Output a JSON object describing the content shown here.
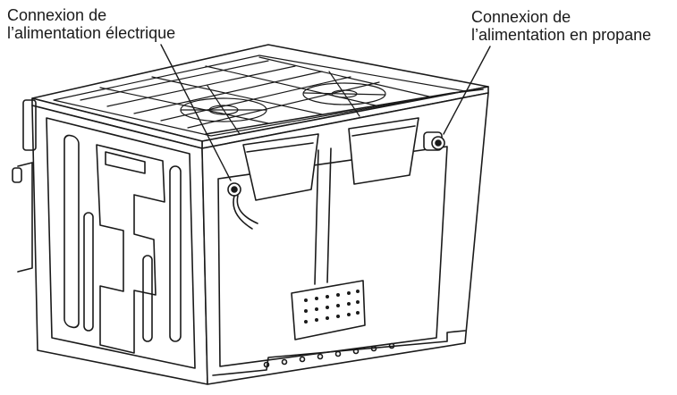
{
  "callouts": {
    "electric": {
      "line1": "Connexion de",
      "line2": "l’alimentation électrique"
    },
    "propane": {
      "line1": "Connexion de",
      "line2": "l’alimentation en propane"
    }
  },
  "illustration": {
    "subject": "range-rear-view-line-drawing",
    "colors": {
      "stroke": "#1a1a1a",
      "fill": "#ffffff"
    }
  }
}
